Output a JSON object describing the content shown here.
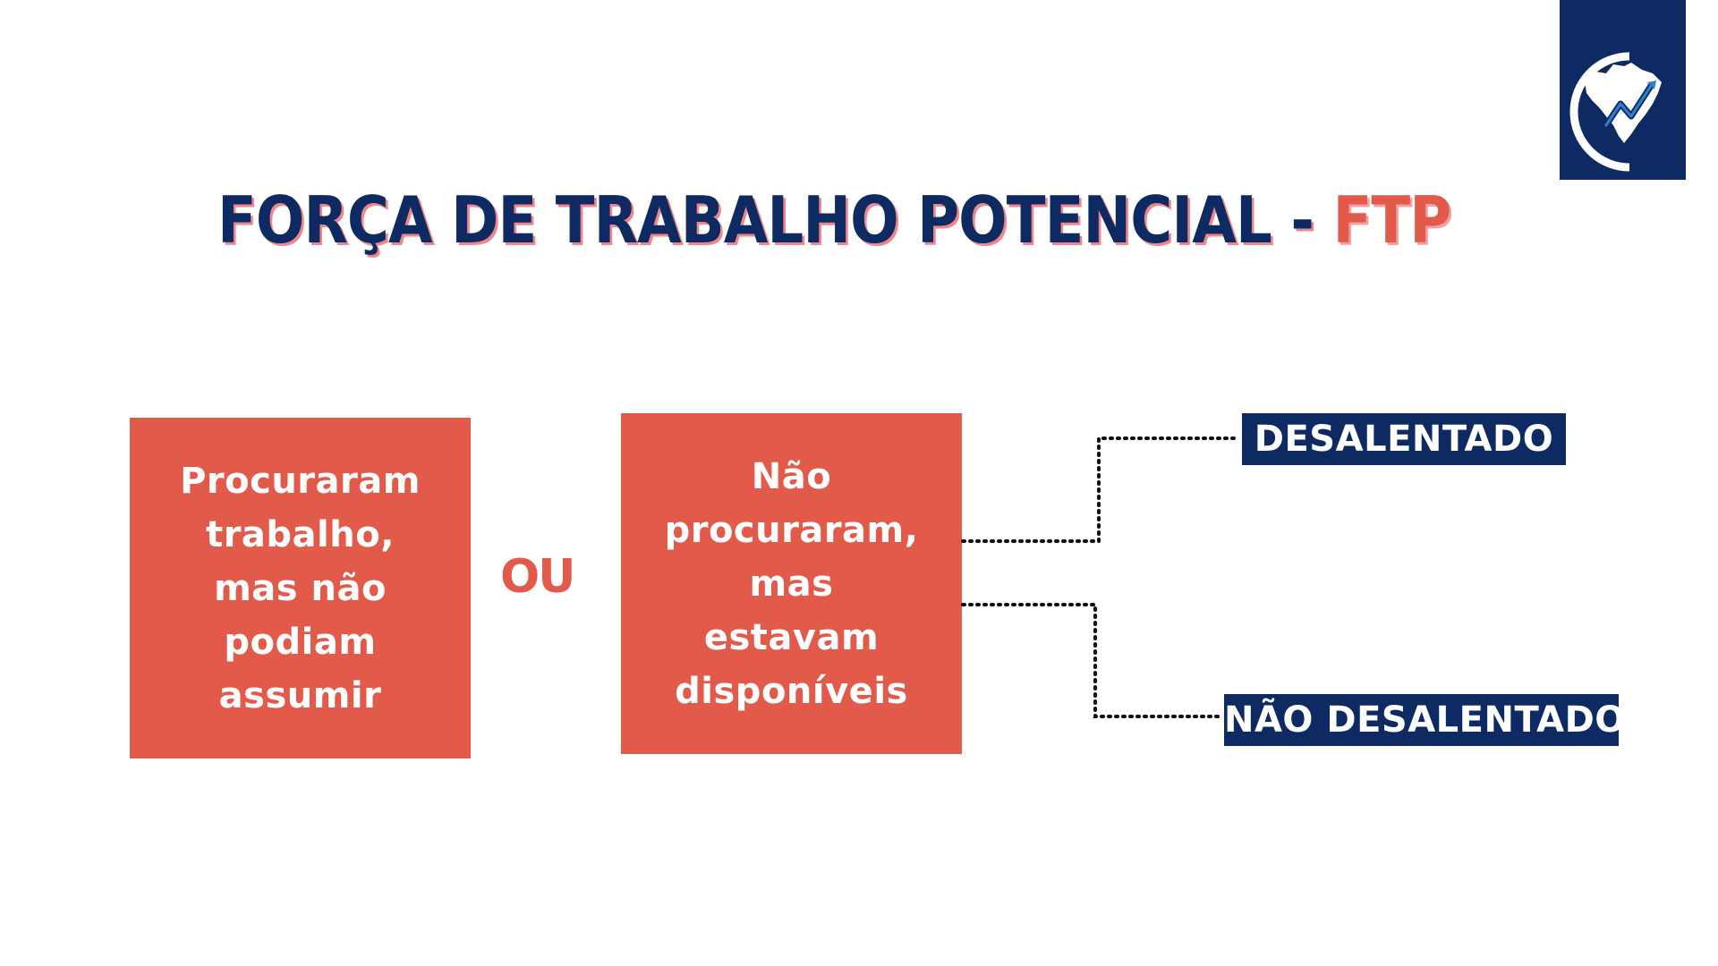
{
  "title": {
    "main": "FORÇA DE TRABALHO POTENCIAL - ",
    "accent": "FTP"
  },
  "boxes": {
    "left_text": "Procuraram\ntrabalho,\nmas não\npodiam\nassumir",
    "right_text": "Não\nprocuraram,\nmas\nestavam\ndisponíveis"
  },
  "connector_word": "OU",
  "labels": {
    "top": "DESALENTADO",
    "bottom": "NÃO DESALENTADO"
  },
  "colors": {
    "navy": "#0d2a63",
    "coral": "#e15a4a",
    "white": "#ffffff"
  },
  "icons": {
    "logo": "brazil-map-chart-logo-icon"
  }
}
